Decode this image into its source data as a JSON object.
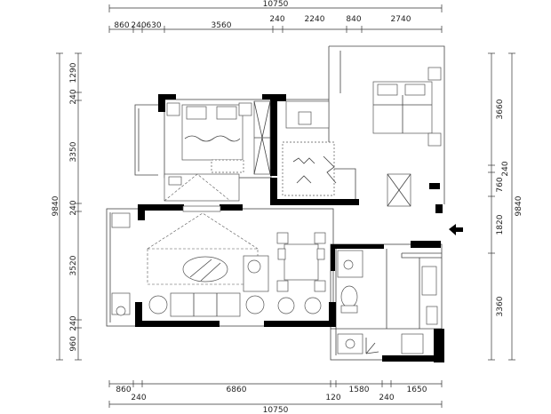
{
  "dimensions": {
    "top_total": "10750",
    "top_segments": [
      "860",
      "240",
      "630",
      "3560",
      "240",
      "2240",
      "840",
      "2740"
    ],
    "bottom_total": "10750",
    "bottom_segments": [
      "860",
      "240",
      "6860",
      "120",
      "1580",
      "240",
      "1650"
    ],
    "left_total": "9840",
    "left_segments": [
      "1290",
      "240",
      "3350",
      "240",
      "3520",
      "240",
      "960"
    ],
    "right_total": "9840",
    "right_segments": [
      "3660",
      "240",
      "760",
      "1820",
      "3360"
    ]
  },
  "colors": {
    "wall": "#000000",
    "line": "#444444",
    "background": "#ffffff"
  },
  "icons": [
    "entrance-arrow-icon"
  ]
}
